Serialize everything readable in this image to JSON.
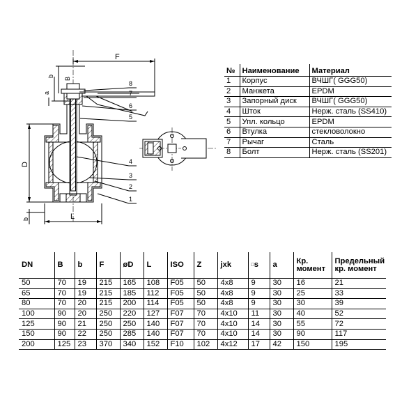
{
  "drawing": {
    "dims": {
      "F": "F",
      "B": "B",
      "b_top": "b",
      "b_bottom": "b",
      "a": "a",
      "D": "D",
      "L": "L"
    },
    "callouts": [
      "8",
      "7",
      "6",
      "5",
      "4",
      "3",
      "2",
      "1"
    ]
  },
  "parts_table": {
    "headers": [
      "№",
      "Наименование",
      "Материал"
    ],
    "rows": [
      [
        "1",
        "Корпус",
        "ВЧШГ( GGG50)"
      ],
      [
        "2",
        "Манжета",
        "EPDM"
      ],
      [
        "3",
        "Запорный диск",
        "ВЧШГ( GGG50)"
      ],
      [
        "4",
        "Шток",
        "Нерж. сталь (SS410)"
      ],
      [
        "5",
        "Упл. кольцо",
        "EPDM"
      ],
      [
        "6",
        "Втулка",
        "стекловолокно"
      ],
      [
        "7",
        "Рычаг",
        "Сталь"
      ],
      [
        "8",
        "Болт",
        "Нерж. сталь (SS201)"
      ]
    ]
  },
  "specs_table": {
    "headers": [
      "DN",
      "B",
      "b",
      "F",
      "øD",
      "L",
      "ISO",
      "Z",
      "jxk",
      "s",
      "a",
      "Кр. момент",
      "Предельный кр. момент"
    ],
    "square_symbol": "□",
    "rows": [
      [
        "50",
        "70",
        "19",
        "215",
        "165",
        "108",
        "F05",
        "50",
        "4x8",
        "9",
        "30",
        "16",
        "21"
      ],
      [
        "65",
        "70",
        "19",
        "215",
        "185",
        "112",
        "F05",
        "50",
        "4x8",
        "9",
        "30",
        "25",
        "33"
      ],
      [
        "80",
        "70",
        "20",
        "215",
        "200",
        "114",
        "F05",
        "50",
        "4x8",
        "9",
        "30",
        "30",
        "39"
      ],
      [
        "100",
        "90",
        "20",
        "250",
        "220",
        "127",
        "F07",
        "70",
        "4x10",
        "11",
        "30",
        "40",
        "52"
      ],
      [
        "125",
        "90",
        "21",
        "250",
        "250",
        "140",
        "F07",
        "70",
        "4x10",
        "14",
        "30",
        "55",
        "72"
      ],
      [
        "150",
        "90",
        "22",
        "250",
        "285",
        "140",
        "F07",
        "70",
        "4x10",
        "14",
        "30",
        "90",
        "117"
      ],
      [
        "200",
        "125",
        "23",
        "370",
        "340",
        "152",
        "F10",
        "102",
        "4x12",
        "17",
        "42",
        "150",
        "195"
      ]
    ]
  }
}
